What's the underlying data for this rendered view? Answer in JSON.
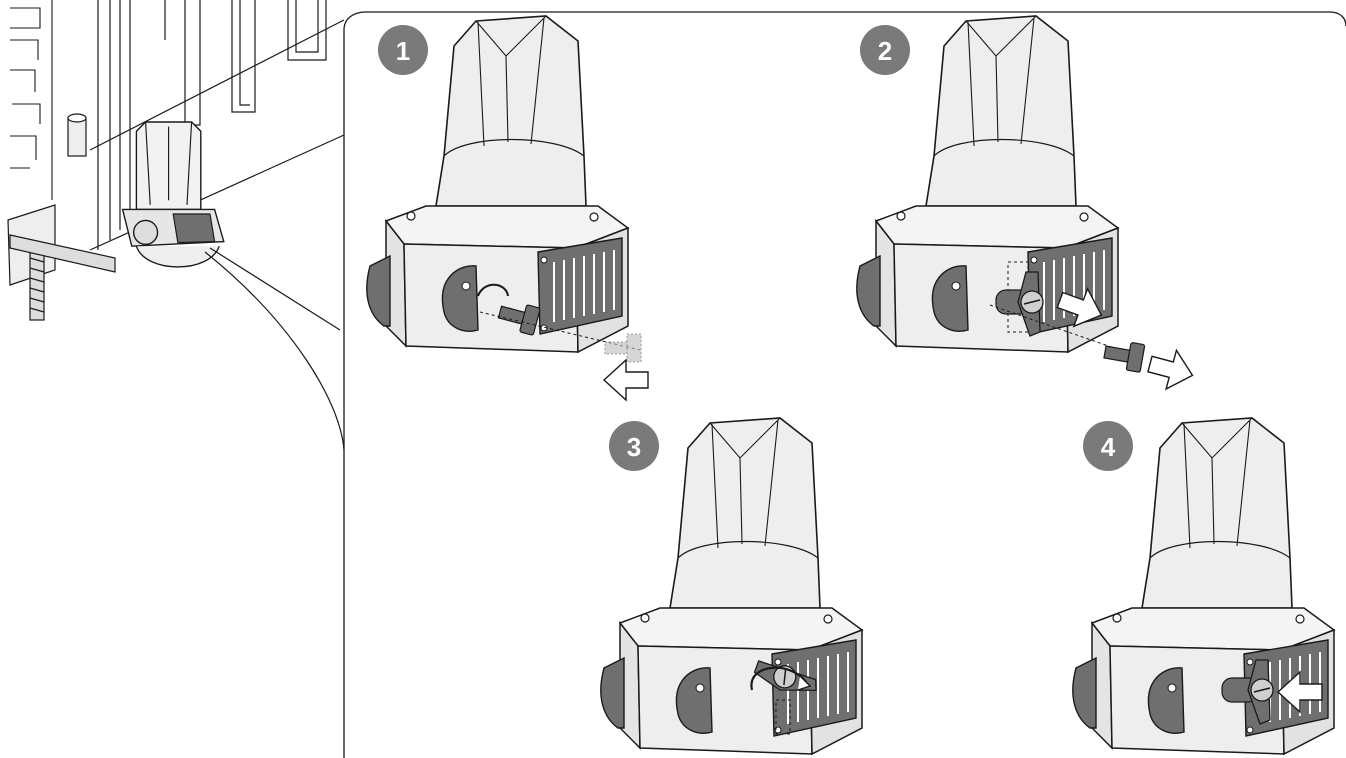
{
  "diagram": {
    "steps": [
      {
        "id": "step-1",
        "label": "1",
        "action": "insert-and-turn-key"
      },
      {
        "id": "step-2",
        "label": "2",
        "action": "pull-out-release-lever"
      },
      {
        "id": "step-3",
        "label": "3",
        "action": "rotate-lever"
      },
      {
        "id": "step-4",
        "label": "4",
        "action": "push-lever-back"
      }
    ],
    "colors": {
      "badge_fill": "#7a7a7a",
      "housing_fill": "#eeeeee",
      "housing_side": "#e0e0e0",
      "dark_part": "#6f6f6f",
      "outline": "#1a1a1a",
      "arrow_fill": "#ffffff"
    },
    "icons": [
      "key-icon",
      "release-lever-icon",
      "direction-arrow-icon",
      "rotation-arrow-icon"
    ]
  }
}
